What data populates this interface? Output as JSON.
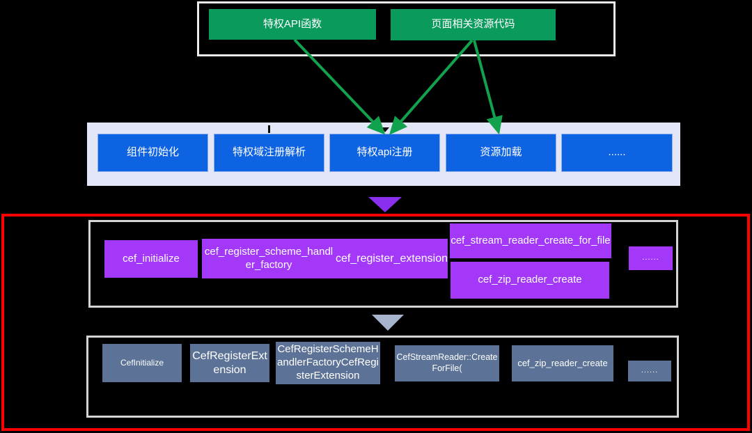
{
  "colors": {
    "background": "#000000",
    "green_node": "#0a9b5c",
    "green_arrow": "#12a24e",
    "blue_node": "#0e63e3",
    "band_fill": "#e2e6f6",
    "purple_node": "#a338f8",
    "purple_arrow": "#8b2fef",
    "slate_node": "#5c7296",
    "slate_arrow": "#a6b4cd",
    "red_frame": "#ff0000",
    "white_frame": "#ececec"
  },
  "source_group": {
    "buttons": [
      {
        "label": "特权API函数"
      },
      {
        "label": "页面相关资源代码"
      }
    ]
  },
  "pipeline_stages": [
    {
      "label": "组件初始化"
    },
    {
      "label": "特权域注册解析"
    },
    {
      "label": "特权api注册"
    },
    {
      "label": "资源加载"
    },
    {
      "label": "......"
    }
  ],
  "c_api_functions": [
    {
      "label": "cef_initialize"
    },
    {
      "label": "cef_register_scheme_handler_factory"
    },
    {
      "label": "cef_register_extension"
    },
    {
      "label": "cef_stream_reader_create_for_file"
    },
    {
      "label": "cef_zip_reader_create"
    },
    {
      "label": "......"
    }
  ],
  "cpp_functions": [
    {
      "label": "CefInitialize"
    },
    {
      "label": "CefRegisterExtension"
    },
    {
      "label": "CefRegisterSchemeHandlerFactoryCefRegisterExtension"
    },
    {
      "label": "CefStreamReader::CreateForFile("
    },
    {
      "label": "cef_zip_reader_create"
    },
    {
      "label": "......"
    }
  ]
}
